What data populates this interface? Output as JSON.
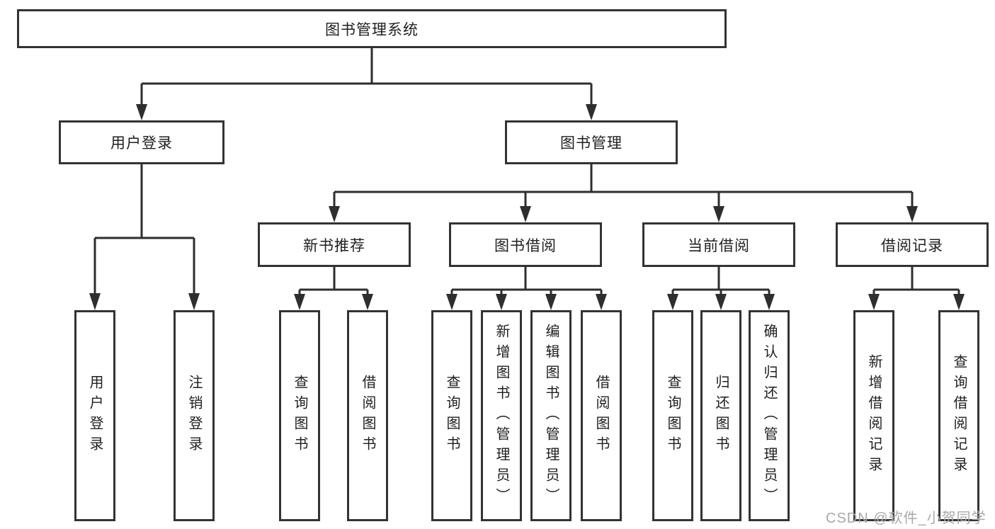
{
  "diagram": {
    "root": {
      "label": "图书管理系统"
    },
    "branches": [
      {
        "label": "用户登录",
        "children": [
          {
            "label": "用户登录"
          },
          {
            "label": "注销登录"
          }
        ]
      },
      {
        "label": "图书管理",
        "children": [
          {
            "label": "新书推荐",
            "children": [
              {
                "label": "查询图书"
              },
              {
                "label": "借阅图书"
              }
            ]
          },
          {
            "label": "图书借阅",
            "children": [
              {
                "label": "查询图书"
              },
              {
                "label": "新增图书（管理员）"
              },
              {
                "label": "编辑图书（管理员）"
              },
              {
                "label": "借阅图书"
              }
            ]
          },
          {
            "label": "当前借阅",
            "children": [
              {
                "label": "查询图书"
              },
              {
                "label": "归还图书"
              },
              {
                "label": "确认归还（管理员）"
              }
            ]
          },
          {
            "label": "借阅记录",
            "children": [
              {
                "label": "新增借阅记录"
              },
              {
                "label": "查询借阅记录"
              }
            ]
          }
        ]
      }
    ]
  },
  "watermark": {
    "text": "CSDN @软件_小贺同学"
  },
  "colors": {
    "line": "#2e2e2e",
    "box_border": "#333333",
    "text": "#1f1f1f",
    "watermark": "#a8a8a8",
    "background": "#ffffff"
  }
}
